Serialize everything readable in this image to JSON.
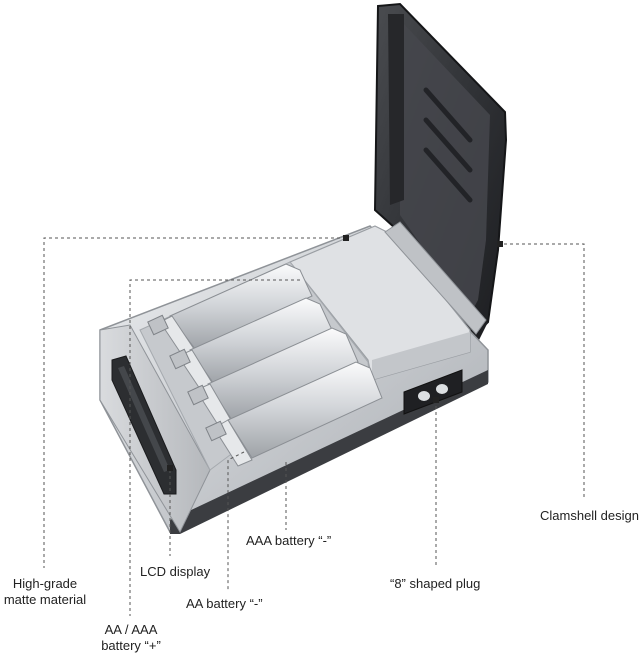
{
  "callouts": {
    "high_grade": [
      "High-grade",
      "matte material"
    ],
    "lcd_display": "LCD display",
    "aa_aaa_plus": [
      "AA / AAA",
      "battery “+”"
    ],
    "aa_minus": "AA battery “-”",
    "aaa_minus": "AAA battery “-”",
    "plug": "“8” shaped plug",
    "clamshell": "Clamshell design"
  },
  "colors": {
    "lid": "#3a3c40",
    "lid_dark": "#1f2023",
    "silver": "#d6d8db",
    "silver_dark": "#9fa3a8",
    "lcd": "#2c2e31",
    "leader": "#555555"
  }
}
